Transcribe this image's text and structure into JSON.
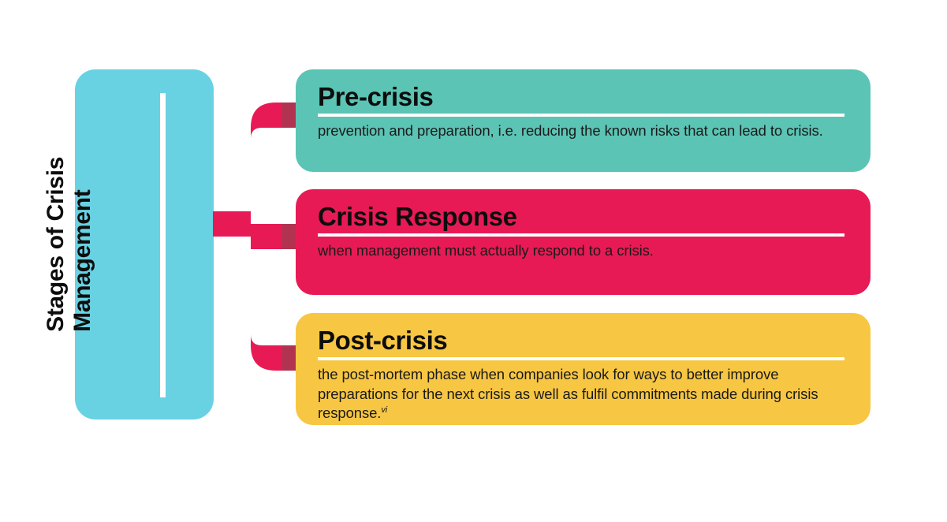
{
  "colors": {
    "background": "#ffffff",
    "panel_blue": "#68d2e3",
    "connector_crimson": "#e81a55",
    "connector_shadow": "#b23350",
    "card_teal": "#5bc4b4",
    "card_crimson": "#e81a55",
    "card_yellow": "#f7c642",
    "text_dark": "#0d0d0d",
    "rule_white": "#ffffff"
  },
  "side_panel": {
    "title_line1": "Stages of Crisis",
    "title_line2": "Management"
  },
  "cards": [
    {
      "id": "pre-crisis",
      "title": "Pre-crisis",
      "body": "prevention and preparation, i.e. reducing the known risks that can lead to crisis.",
      "footnote": "",
      "color": "#5bc4b4"
    },
    {
      "id": "crisis-response",
      "title": "Crisis Response",
      "body": "when management must actually respond to a crisis.",
      "footnote": "",
      "color": "#e81a55"
    },
    {
      "id": "post-crisis",
      "title": "Post-crisis",
      "body": "the post-mortem phase when companies look for ways to better improve preparations for the next crisis as well as fulfil commitments made during crisis response.",
      "footnote": "vi",
      "color": "#f7c642"
    }
  ]
}
